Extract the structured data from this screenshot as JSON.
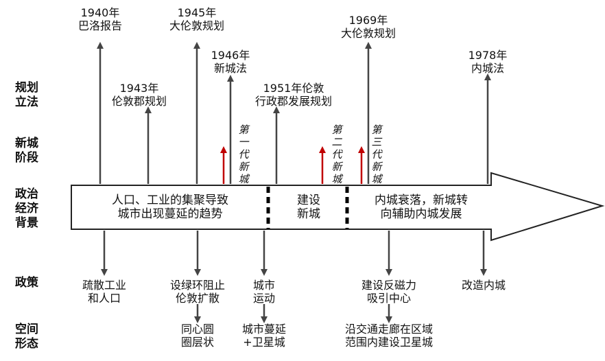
{
  "row_labels": {
    "legislation": [
      "规划",
      "立法"
    ],
    "new_town_stage": [
      "新城",
      "阶段"
    ],
    "political_context": [
      "政治",
      "经济",
      "背景"
    ],
    "policy": [
      "政策"
    ],
    "spatial_form": [
      "空间",
      "形态"
    ]
  },
  "upper_events": [
    {
      "year": "1940年",
      "name": "巴洛报告"
    },
    {
      "year": "1945年",
      "name": "大伦敦规划"
    },
    {
      "year": "1946年",
      "name": "新城法"
    },
    {
      "year": "1943年",
      "name": "伦敦郡规划"
    },
    {
      "year": "1951年伦敦",
      "name": "行政郡发展规划"
    },
    {
      "year": "1969年",
      "name": "大伦敦规划"
    },
    {
      "year": "1978年",
      "name": "内城法"
    }
  ],
  "generations": [
    "第一代新城",
    "第二代新城",
    "第三代新城"
  ],
  "context_segments": [
    {
      "line1": "人口、工业的集聚导致",
      "line2": "城市出现蔓延的趋势"
    },
    {
      "line1": "建设",
      "line2": "新城"
    },
    {
      "line1": "内城衰落，新城转",
      "line2": "向辅助内城发展"
    }
  ],
  "policies": [
    {
      "line1": "疏散工业",
      "line2": "和人口"
    },
    {
      "line1": "设绿环阻止",
      "line2": "伦敦扩散"
    },
    {
      "line1": "城市",
      "line2": "运动"
    },
    {
      "line1": "建设反磁力",
      "line2": "吸引中心"
    },
    {
      "line1": "改造内城",
      "line2": ""
    }
  ],
  "spatial_forms": [
    {
      "line1": "同心圆",
      "line2": "圈层状"
    },
    {
      "line1": "城市蔓延",
      "line2": "+卫星城"
    },
    {
      "line1": "沿交通走廊在区域",
      "line2": "范围内建设卫星城"
    }
  ],
  "colors": {
    "arrow_line": "#444444",
    "generation_arrow": "#c00000",
    "outline": "#222222"
  }
}
